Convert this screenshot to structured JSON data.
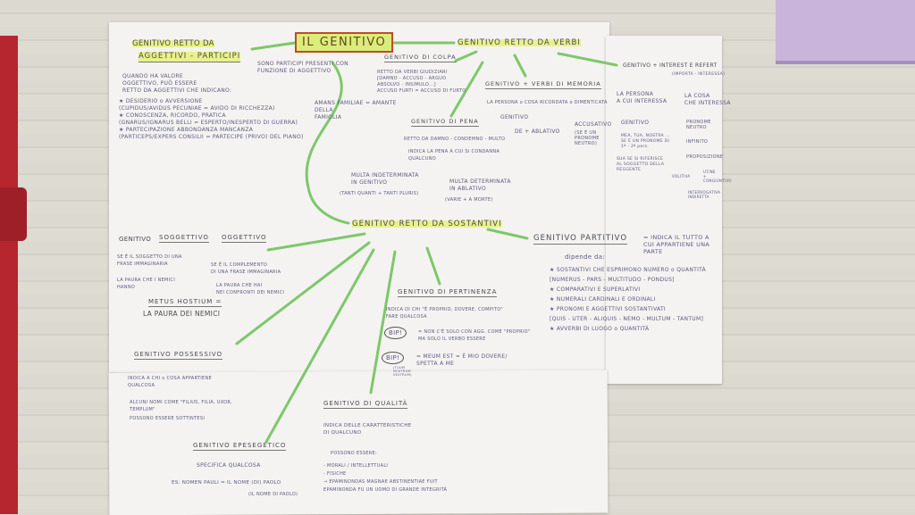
{
  "title": "IL GENITIVO",
  "colors": {
    "highlight": "#e8f28a",
    "arrow": "#7dc86a",
    "ink": "#5c5a80",
    "title_border": "#c04a2a"
  },
  "nodes": {
    "aggettivi": {
      "title1": "GENITIVO RETTO DA",
      "title2": "AGGETTIVI - PARTICIPI",
      "note1": "QUANDO HA VALORE\nOGGETTIVO, PUÒ ESSERE\nRETTO DA AGGETTIVI CHE INDICANO:",
      "note2": "SONO PARTICIPI PRESENTI CON\nFUNZIONE DI AGGETTIVO",
      "example": "AMANS FAMILIAE = AMANTE\nDELLA\nFAMIGLIA",
      "items": [
        "★ DESIDERIO o AVVERSIONE",
        "(CUPIDUS/AVIDUS PECUNIAE = AVIDO DI RICCHEZZA)",
        "★ CONOSCENZA, RICORDO, PRATICA",
        "(GNARUS/IGNARUS BELLI = ESPERTO/INESPERTO DI GUERRA)",
        "★ PARTECIPAZIONE ABBONDANZA MANCANZA",
        "(PARTICEPS/EXPERS CONSILII = PARTECIPE (PRIVO) DEL PIANO)"
      ]
    },
    "verbi": {
      "title": "GENITIVO RETTO DA VERBI",
      "colpa": {
        "title": "GENITIVO DI COLPA",
        "text": "RETTO DA VERBI GIUDIZIARI\n[DAMNO - ACCUSO - ARGUO\nABSOLVO - INSIMULO...]\nACCUSO FURTI = ACCUSO DI FURTO"
      },
      "memoria": {
        "title": "GENITIVO + VERBI DI MEMORIA",
        "text": "LA PERSONA o COSA RICORDATA o DIMENTICATA",
        "genitivo": "GENITIVO",
        "de_ablativo": "DE + ABLATIVO",
        "accusativo": "ACCUSATIVO",
        "acc_note": "(SE È UN\nPRONOME\nNEUTRO)"
      },
      "pena": {
        "title": "GENITIVO DI PENA",
        "text1": "RETTO DA DAMNO - CONDEMNO - MULTO",
        "text2": "INDICA LA PENA A CUI SI CONDANNA\nQUALCUNO",
        "multa_indet": "MULTA INDETERMINATA\nIN GENITIVO",
        "indet_ex": "(TANTI QUANTI + TANTI PLURIS)",
        "multa_det": "MULTA DETERMINATA\nIN ABLATIVO",
        "det_ex": "(VARIE + A MORTE)"
      }
    },
    "interest": {
      "title": "GENITIVO + INTEREST E REFERT",
      "subtitle": "(IMPORTA - INTERESSA)",
      "persona": "LA PERSONA\nA CUI INTERESSA",
      "cosa": "LA COSA\nCHE INTERESSA",
      "persona_items": [
        "GENITIVO",
        "MEA, TUA, NOSTRA ...\nSE È UN PRONOME DI\n1ª - 2ª pers.",
        "SUA SE SI RIFERISCE\nAL SOGGETTO DELLA\nREGGENTE"
      ],
      "cosa_items": [
        "PRONOME\nNEUTRO",
        "INFINITO",
        "PROPOSIZIONE"
      ],
      "prop_items": [
        "VOLITIVA",
        "UT/NE\n+\nCONGIUNTIVO",
        "INTERROGATIVA\nINDIRETTA"
      ]
    },
    "sostantivi": {
      "title": "GENITIVO RETTO DA SOSTANTIVI",
      "soggettivo": {
        "title_a": "GENITIVO",
        "title_b": "SOGGETTIVO",
        "title_c": "OGGETTIVO",
        "sog_note": "SE È IL SOGGETTO DI UNA\nFRASE IMMAGINARIA",
        "ogg_note": "SE È IL COMPLEMENTO\nDI UNA FRASE IMMAGINARIA",
        "ex1": "LA PAURA CHE I NEMICI\nHANNO",
        "ex2": "LA PAURA CHE HAI\nNEI CONFRONTI DEI NEMICI",
        "latin": "METUS HOSTIUM =",
        "translation": "LA PAURA DEI NEMICI"
      },
      "partitivo": {
        "title": "GENITIVO PARTITIVO",
        "definition": "= INDICA IL TUTTO A\nCUI APPARTIENE UNA\nPARTE",
        "depends": "dipende da:",
        "items": [
          "★ SOSTANTIVI CHE ESPRIMONO NUMERO o QUANTITÀ",
          "[NUMERUS - PARS - MULTITUDO - PONDUS]",
          "★ COMPARATIVI E SUPERLATIVI",
          "★ NUMERALI CARDINALI E ORDINALI",
          "★ PRONOMI E AGGETTIVI SOSTANTIVATI",
          "[QUIS - UTER - ALIQUIS - NEMO - MULTUM - TANTUM]",
          "★ AVVERBI DI LUOGO o QUANTITÀ"
        ]
      },
      "pertinenza": {
        "title": "GENITIVO DI PERTINENZA",
        "text": "INDICA DI CHI \"È PROPRIO, DOVERE, COMPITO\"\nFARE QUALCOSA",
        "bip1": "BIP!",
        "note1": "= NON C'È SOLO CON AGG. COME \"PROPRIO\"\nMA SOLO IL VERBO ESSERE",
        "bip2": "BIP!",
        "note2": "= MEUM EST = È MIO DOVERE/\nSPETTA A ME",
        "note3": "(TUUM\nNOSTRUM\nVESTRUM)"
      },
      "possessivo": {
        "title": "GENITIVO POSSESSIVO",
        "text1": "INDICA A CHI o COSA APPARTIENE\nQUALCOSA",
        "text2": "ALCUNI NOMI COME \"FILIUS, FILIA, UXOR,\nTEMPLUM\"",
        "text3": "POSSONO ESSERE SOTTINTESI"
      },
      "epesegetico": {
        "title": "GENITIVO EPESEGETICO",
        "text": "SPECIFICA QUALCOSA",
        "example": "ES: NOMEN PAULI = IL NOME (DI) PAOLO",
        "example2": "(IL NOME DI PAOLO)"
      },
      "qualita": {
        "title": "GENITIVO DI QUALITÀ",
        "text": "INDICA DELLE CARATTERISTICHE\nDI QUALCUNO",
        "text2": "POSSONO ESSERE:",
        "items": [
          "- MORALI / INTELLETTUALI",
          "- FISICHE",
          "→ EPAMINONDAS MAGNAE ABSTINENTIAE FUIT",
          "EPAMINONDA FU UN UOMO DI GRANDE INTEGRITÀ"
        ]
      }
    }
  }
}
